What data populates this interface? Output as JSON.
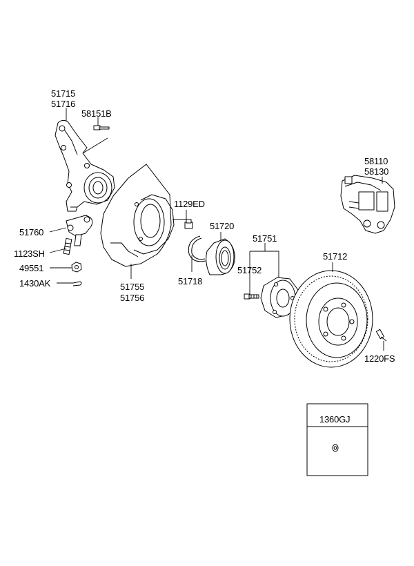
{
  "labels": {
    "p51715": "51715",
    "p51716": "51716",
    "p58151b": "58151B",
    "p51760": "51760",
    "p1123sh": "1123SH",
    "p49551": "49551",
    "p1430ak": "1430AK",
    "p51755": "51755",
    "p51756": "51756",
    "p1129ed": "1129ED",
    "p51718": "51718",
    "p51720": "51720",
    "p51751": "51751",
    "p51752": "51752",
    "p51712": "51712",
    "p58110": "58110",
    "p58130": "58130",
    "p1220fs": "1220FS",
    "p1360gj": "1360GJ"
  }
}
